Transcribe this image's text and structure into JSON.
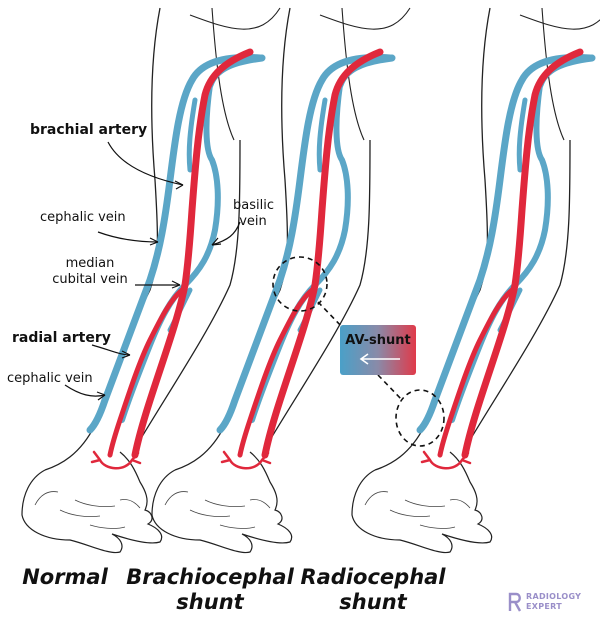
{
  "labels": {
    "brachial_artery": "brachial artery",
    "cephalic_vein_upper": "cephalic vein",
    "basilic_vein_1": "basilic",
    "basilic_vein_2": "vein",
    "median_cubital_1": "median",
    "median_cubital_2": "cubital vein",
    "radial_artery": "radial artery",
    "cephalic_vein_lower": "cephalic vein",
    "av_shunt": "AV-shunt"
  },
  "captions": {
    "normal": "Normal",
    "brachio_1": "Brachiocephal",
    "brachio_2": "shunt",
    "radio_1": "Radiocephal",
    "radio_2": "shunt"
  },
  "logo": {
    "line1": "RADIOLOGY",
    "line2": "EXPERT"
  },
  "colors": {
    "vein": "#5ba6c7",
    "artery": "#e0283c",
    "outline": "#222222",
    "logo": "#9a8fc9"
  }
}
